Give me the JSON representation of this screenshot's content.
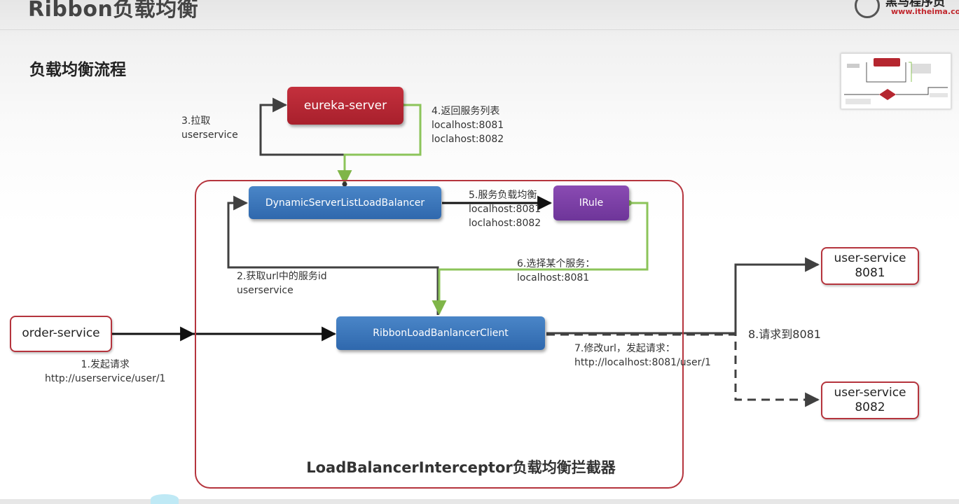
{
  "slide": {
    "title": "Ribbon负载均衡",
    "section_title": "负载均衡流程",
    "logo": {
      "brand": "黑马程序员",
      "url": "www.itheima.com"
    }
  },
  "nodes": {
    "eureka_server": "eureka-server",
    "dynamic_lb": "DynamicServerListLoadBalancer",
    "irule": "IRule",
    "ribbon_client": "RibbonLoadBanlancerClient",
    "order_service": "order-service",
    "user_service_8081": {
      "line1": "user-service",
      "line2": "8081"
    },
    "user_service_8082": {
      "line1": "user-service",
      "line2": "8082"
    }
  },
  "frame_label": "LoadBalancerInterceptor负载均衡拦截器",
  "labels": {
    "step1": {
      "line1": "1.发起请求",
      "line2": "http://userservice/user/1"
    },
    "step2": {
      "line1": "2.获取url中的服务id",
      "line2": "userservice"
    },
    "step3": {
      "line1": "3.拉取",
      "line2": "userservice"
    },
    "step4": {
      "line1": "4.返回服务列表",
      "line2": "localhost:8081",
      "line3": "loclahost:8082"
    },
    "step5": {
      "line1": "5.服务负载均衡",
      "line2": "localhost:8081",
      "line3": "loclahost:8082"
    },
    "step6": {
      "line1": "6.选择某个服务：",
      "line2": "localhost:8081"
    },
    "step7": {
      "line1": "7.修改url，发起请求：",
      "line2": "http://localhost:8081/user/1"
    },
    "step8": "8.请求到8081"
  },
  "colors": {
    "red_box": "#b5262f",
    "blue_box": "#3a75ba",
    "purple_box": "#7a3da6",
    "outline_border": "#b5343d",
    "green_line": "#8cc45a",
    "dark_line": "#404040"
  }
}
